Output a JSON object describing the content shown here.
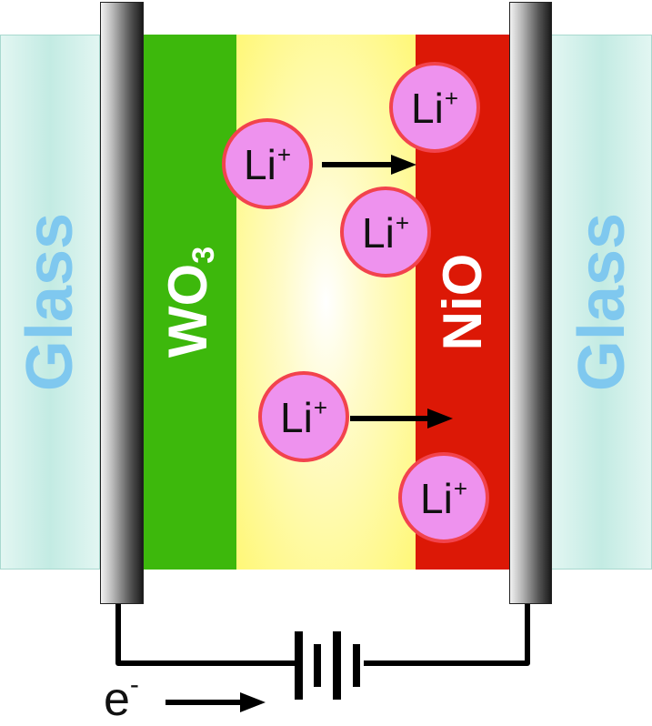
{
  "glass": {
    "left_label": "Glass",
    "right_label": "Glass"
  },
  "layers": {
    "wo3": {
      "base": "WO",
      "sub": "3"
    },
    "nio": {
      "label": "NiO"
    }
  },
  "ions": [
    {
      "base": "Li",
      "charge": "+"
    },
    {
      "base": "Li",
      "charge": "+"
    },
    {
      "base": "Li",
      "charge": "+"
    },
    {
      "base": "Li",
      "charge": "+"
    },
    {
      "base": "Li",
      "charge": "+"
    }
  ],
  "electron": {
    "base": "e",
    "charge": "-"
  },
  "colors": {
    "glass": "#c3ebe3",
    "glass_text": "#7fc8ef",
    "wo3": "#3db80c",
    "nio": "#dc1806",
    "electrolyte": "#fff877",
    "ion_fill": "#ee92ee",
    "ion_border": "#f2434d"
  },
  "icons": {
    "battery": "battery-symbol",
    "arrow": "arrow-right"
  }
}
